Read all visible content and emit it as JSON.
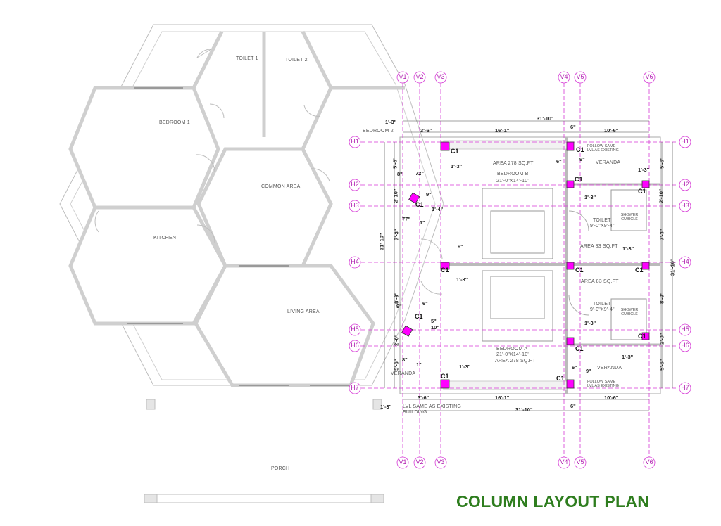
{
  "title": "COLUMN LAYOUT PLAN",
  "colors": {
    "grid": "#d63ad6",
    "column": "#ff00ff",
    "title": "#2e7d1e",
    "wall": "#cfcfcf"
  },
  "rooms": {
    "toilet1": "TOILET 1",
    "toilet2": "TOILET 2",
    "bedroom1": "BEDROOM 1",
    "bedroom2": "BEDROOM 2",
    "common_area": "COMMON AREA",
    "kitchen": "KITCHEN",
    "living_area": "LIVING AREA",
    "porch": "PORCH",
    "veranda": "VERANDA",
    "area_278": "AREA 278 SQ.FT",
    "bedroom_b": "BEDROOM B",
    "bedroom_b_size": "21'-0\"X14'-10\"",
    "toilet": "TOILET",
    "toilet_size": "9'-0\"X9'-4\"",
    "area_83": "AREA 83 SQ.FT",
    "bedroom_a": "BEDROOM A",
    "bedroom_a_size": "21'-0\"X14'-10\"",
    "shower_cubicle": "SHOWER CUBICLE"
  },
  "notes": {
    "follow_same": "FOLLOW SAME LVL AS EXISTING",
    "lvl_same_1": "LVL SAME AS EXISTING",
    "lvl_same_2": "BUILDING"
  },
  "grid_labels": {
    "vertical": [
      "V1",
      "V2",
      "V3",
      "V4",
      "V5",
      "V6"
    ],
    "horizontal": [
      "H1",
      "H2",
      "H3",
      "H4",
      "H5",
      "H6",
      "H7"
    ]
  },
  "column_tag": "C1",
  "dimensions": {
    "d31_10": "31'-10\"",
    "d1_3": "1'-3\"",
    "d3_6": "3'-6\"",
    "d16_1": "16'-1\"",
    "d6": "6\"",
    "d9": "9\"",
    "d10_6": "10'-6\"",
    "d5_6": "5'-6\"",
    "d2_10": "2'-10\"",
    "d7_3": "7'-3\"",
    "d8_9": "8'-9\"",
    "d2_0": "2'-0\"",
    "d8": "8\"",
    "d72": "72\"",
    "d77": "77\"",
    "d1_4": "1'-4\"",
    "d1": "1\"",
    "d5": "5\"",
    "d10": "10\""
  }
}
